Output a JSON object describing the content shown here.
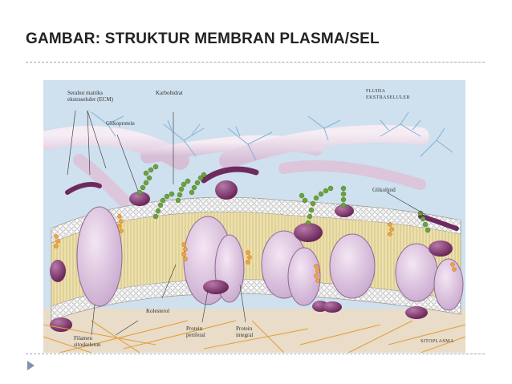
{
  "slide": {
    "title": "GAMBAR: STRUKTUR MEMBRAN PLASMA/SEL"
  },
  "diagram": {
    "labels": {
      "ecm": "Serabut matriks\nekstraseluler (ECM)",
      "carbohydrate": "Karbohidrat",
      "glycoprotein": "Glikoprotein",
      "extracellular_fluid": "FLUIDA\nEKSTRASELULER",
      "glycolipid": "Glikolipid",
      "cytoskeleton": "Filamen\nsitoskeleton",
      "cholesterol": "Kolesterol",
      "peripheral_protein": "Protein\nperiferal",
      "integral_protein": "Protein\nintegral",
      "cytoplasm": "SITOPLASMA"
    }
  },
  "colors": {
    "background": "#cfe0ee",
    "lipid_head": "#f2f2f2",
    "tail": "#e6d79c",
    "protein": "#d9c3e3",
    "protein_dark": "#8e4f8d",
    "peripheral": "#6e2a5e",
    "carb": "#6aa23d",
    "fiber": "#e9d8e8",
    "cholesterol": "#f0a43a",
    "cytoskeleton": "#e1a33f"
  }
}
